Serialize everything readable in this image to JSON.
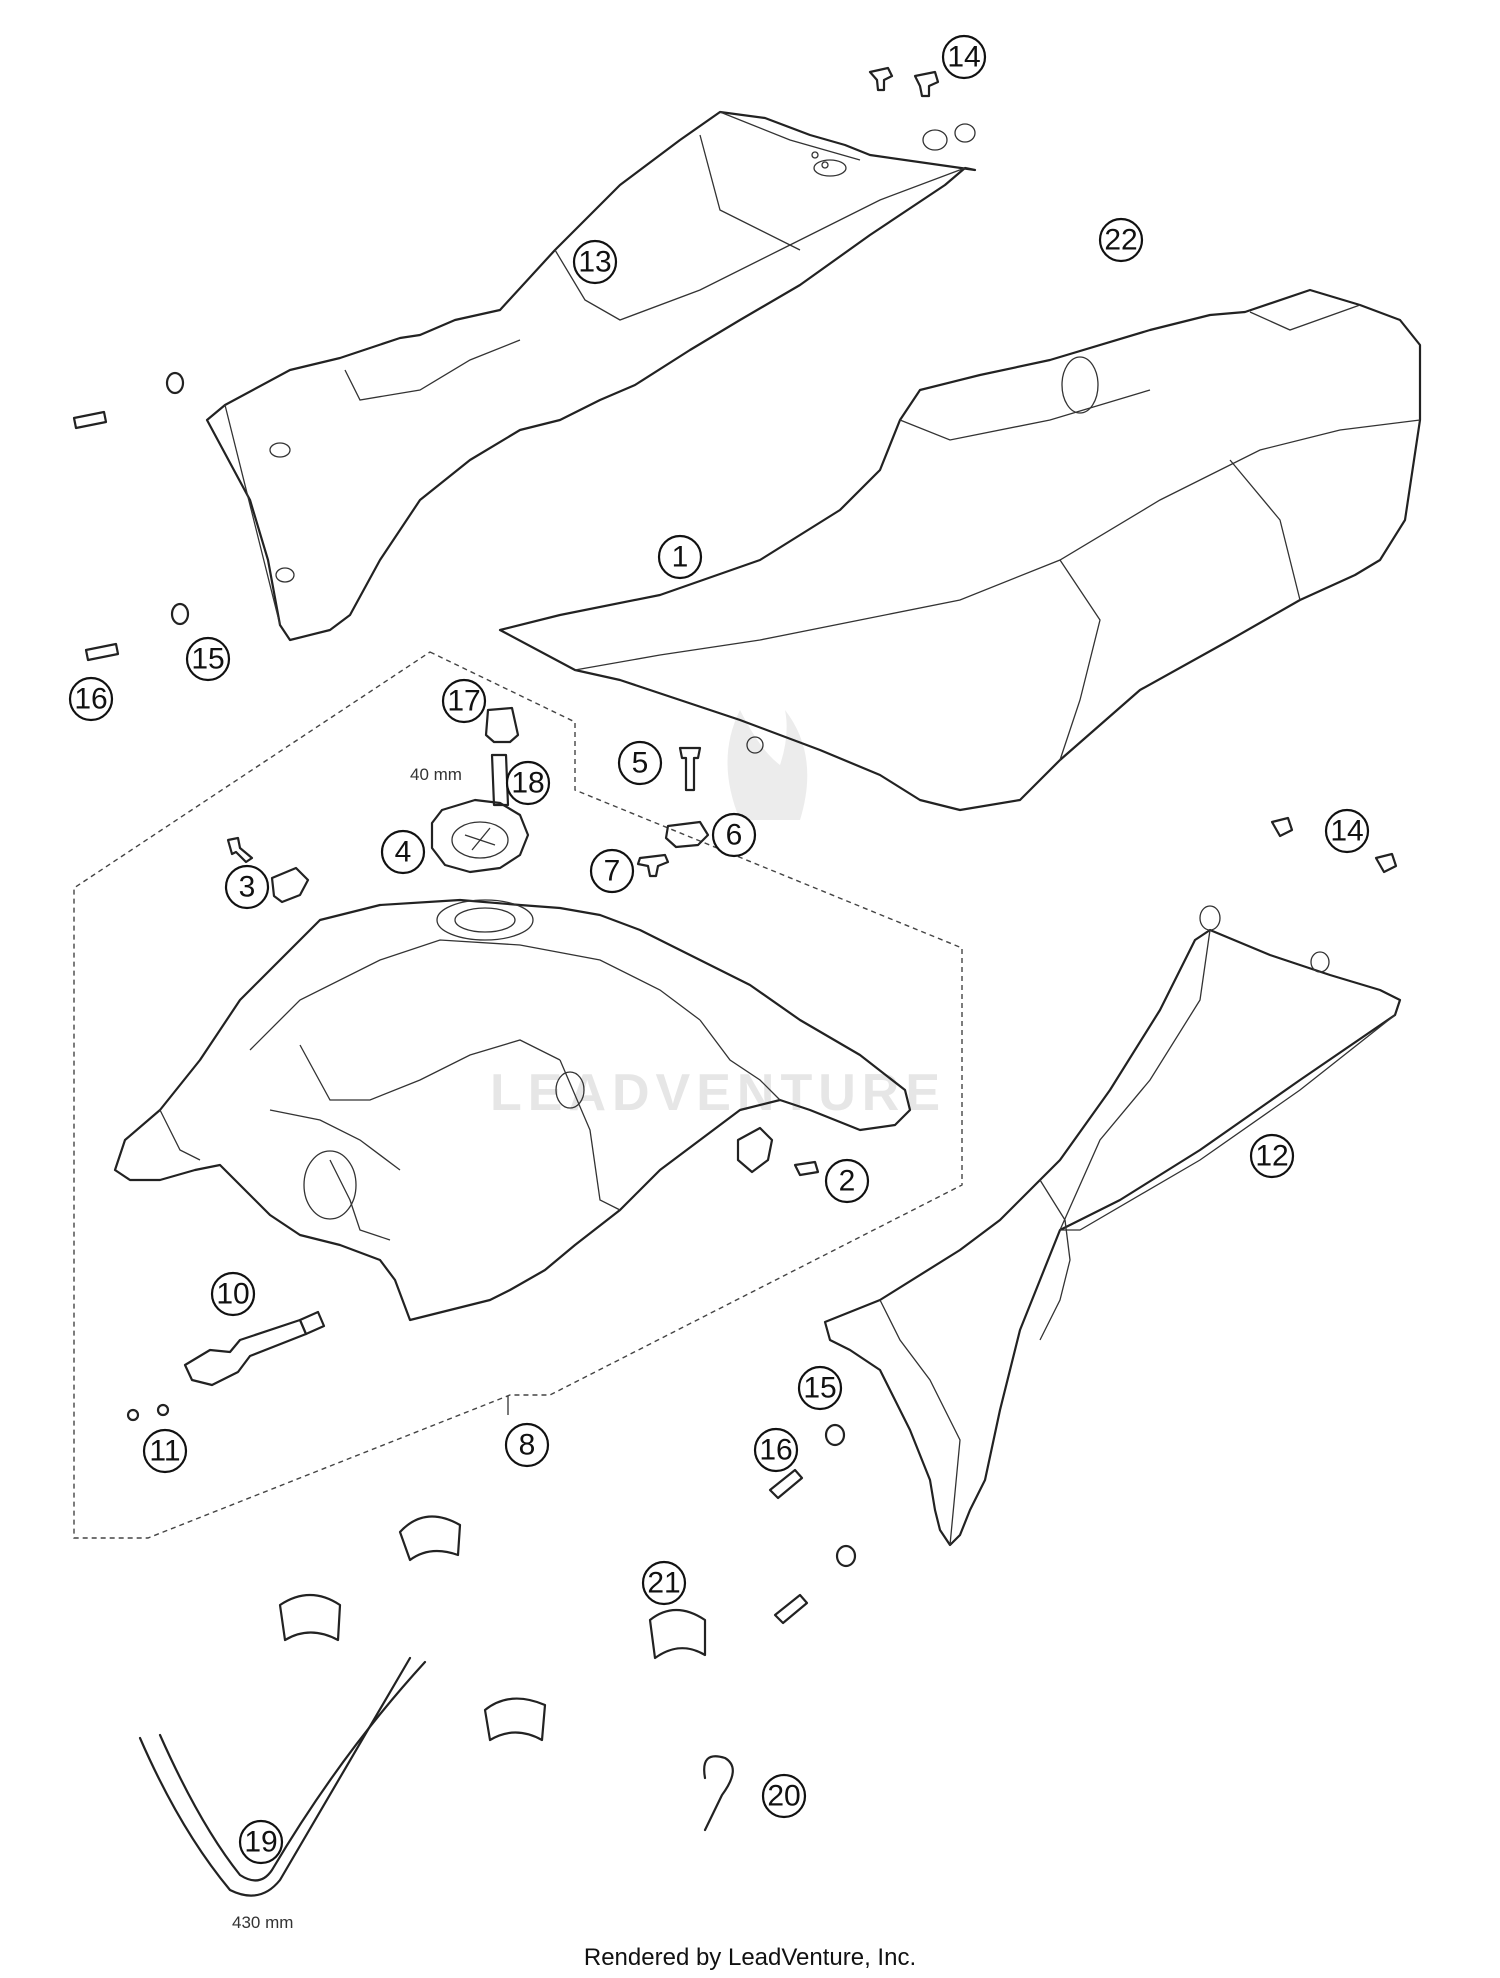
{
  "diagram": {
    "callouts": [
      "1",
      "2",
      "3",
      "4",
      "5",
      "6",
      "7",
      "8",
      "10",
      "11",
      "12",
      "13",
      "14",
      "14",
      "15",
      "15",
      "16",
      "16",
      "17",
      "18",
      "19",
      "20",
      "21",
      "22"
    ],
    "dimensions": {
      "hose_18_length": "40 mm",
      "hose_19_length": "430 mm"
    },
    "watermark": "LEADVENTURE"
  },
  "footer": {
    "credit": "Rendered by LeadVenture, Inc."
  }
}
